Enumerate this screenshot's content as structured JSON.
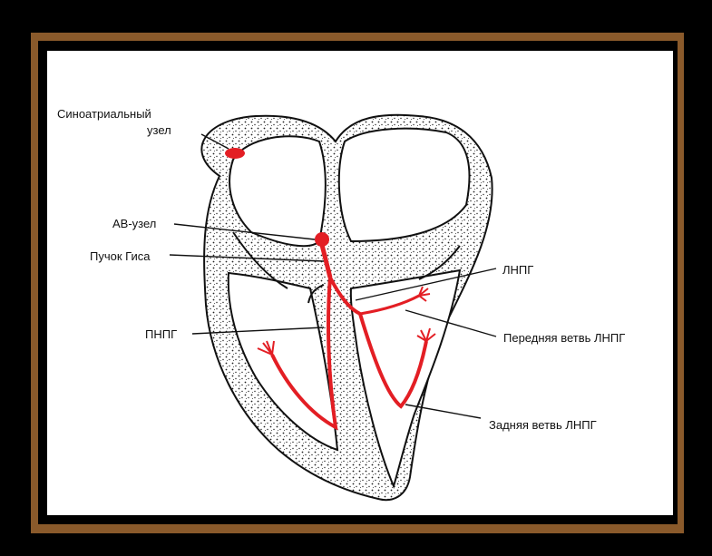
{
  "labels": {
    "sa_node_line1": "Синоатриальный",
    "sa_node_line2": "узел",
    "av_node": "АВ-узел",
    "his_bundle": "Пучок Гиса",
    "rbb": "ПНПГ",
    "lbb": "ЛНПГ",
    "lbb_anterior": "Передняя ветвь ЛНПГ",
    "lbb_posterior": "Задняя ветвь ЛНПГ"
  },
  "colors": {
    "conduction": "#e31e24",
    "frame": "#8a5a2b",
    "background": "#ffffff",
    "outline": "#111111"
  }
}
